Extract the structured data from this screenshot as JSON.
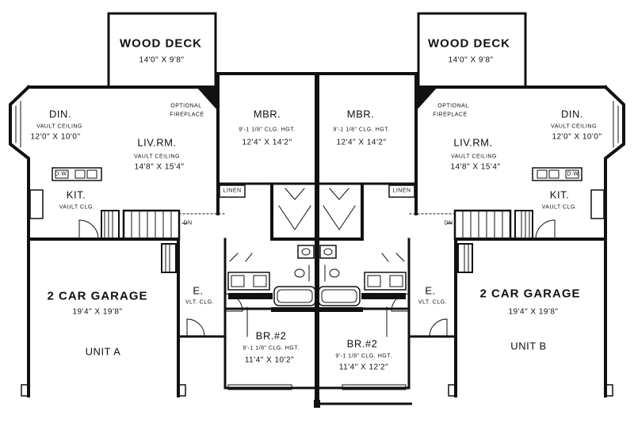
{
  "unit_a": {
    "wood_deck": {
      "name": "WOOD DECK",
      "size": "14'0\" X 9'8\""
    },
    "din": {
      "name": "DIN.",
      "note": "VAULT CEILING",
      "size": "12'0\" X 10'0\""
    },
    "optional_fireplace": [
      "OPTIONAL",
      "FIREPLACE"
    ],
    "liv_rm": {
      "name": "LIV.RM.",
      "note": "VAULT CEILING",
      "size": "14'8\" X 15'4\""
    },
    "kit": {
      "name": "KIT.",
      "note": "VAULT CLG."
    },
    "dw": "D.W.",
    "mbr": {
      "name": "MBR.",
      "note": "9'-1 1/8\" CLG. HGT.",
      "size": "12'4\" X 14'2\""
    },
    "linen": "LINEN",
    "dn": "DN",
    "garage": {
      "name": "2 CAR GARAGE",
      "size": "19'4\" X 19'8\""
    },
    "unit_label": "UNIT A",
    "entry": {
      "name": "E.",
      "note": "VLT. CLG."
    },
    "br2": {
      "name": "BR.#2",
      "note": "9'-1 1/8\" CLG. HGT.",
      "size": "11'4\" X 10'2\""
    }
  },
  "unit_b": {
    "wood_deck": {
      "name": "WOOD DECK",
      "size": "14'0\" X 9'8\""
    },
    "din": {
      "name": "DIN.",
      "note": "VAULT CEILING",
      "size": "12'0\" X 10'0\""
    },
    "optional_fireplace": [
      "OPTIONAL",
      "FIREPLACE"
    ],
    "liv_rm": {
      "name": "LIV.RM.",
      "note": "VAULT CEILING",
      "size": "14'8\" X 15'4\""
    },
    "kit": {
      "name": "KIT.",
      "note": "VAULT CLG."
    },
    "dw": "D.W.",
    "mbr": {
      "name": "MBR.",
      "note": "9'-1 1/8\" CLG. HGT.",
      "size": "12'4\" X 14'2\""
    },
    "linen": "LINEN",
    "dn": "DN",
    "garage": {
      "name": "2 CAR GARAGE",
      "size": "19'4\" X 19'8\""
    },
    "unit_label": "UNIT B",
    "entry": {
      "name": "E.",
      "note": "VLT. CLG."
    },
    "br2": {
      "name": "BR.#2",
      "note": "9'-1 1/8\" CLG. HGT.",
      "size": "11'4\" X 12'2\""
    }
  }
}
